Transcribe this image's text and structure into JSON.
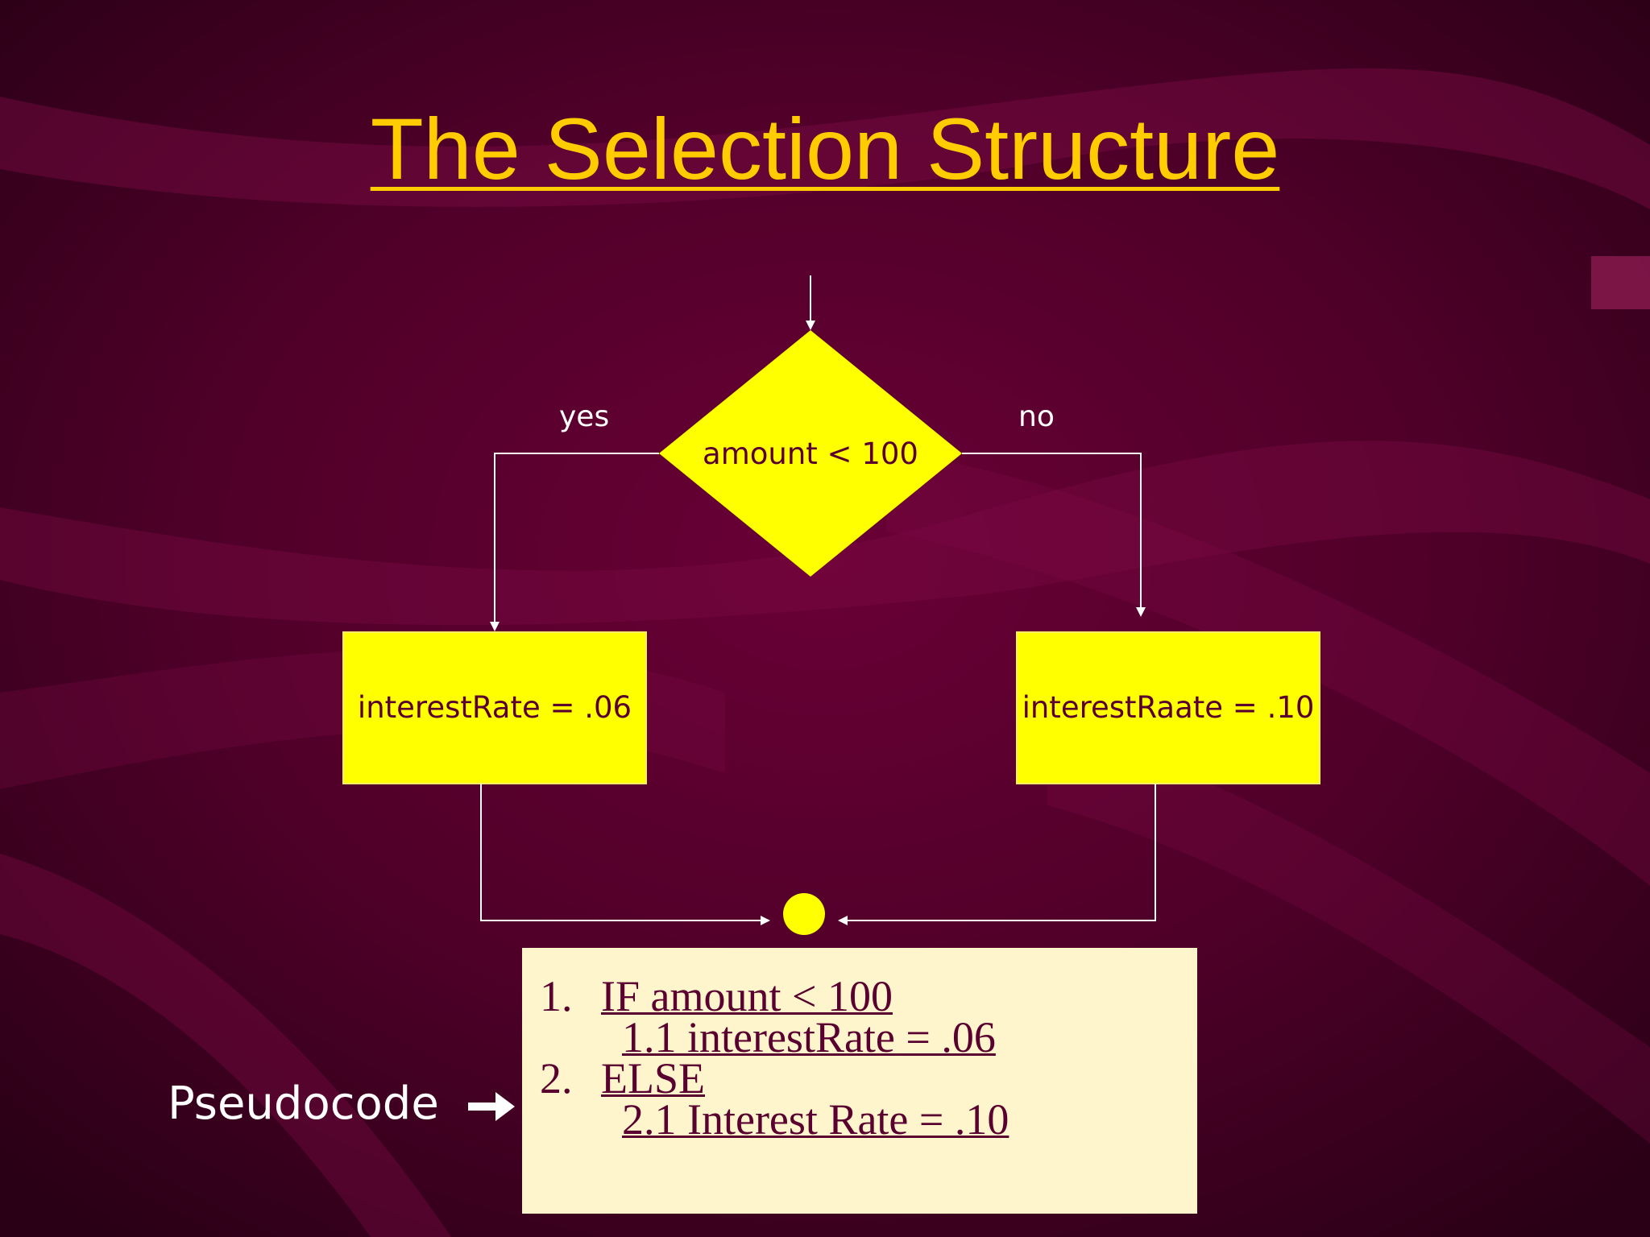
{
  "slide": {
    "title": "The Selection Structure",
    "colors": {
      "background": "#3a0020",
      "accent": "#ffcc00",
      "shape_fill": "#ffff00",
      "code_box": "#fff5cc",
      "text_dark": "#5a0030"
    }
  },
  "flowchart": {
    "decision": "amount < 100",
    "yes_label": "yes",
    "no_label": "no",
    "yes_box": "interestRate = .06",
    "no_box": "interestRaate = .10",
    "connector": "connector-circle"
  },
  "pseudocode": {
    "label": "Pseudocode",
    "arrow_icon": "right-arrow-icon",
    "lines": [
      {
        "num": "1.",
        "text": "IF amount < 100"
      },
      {
        "num": "",
        "text": "1.1 interestRate = .06"
      },
      {
        "num": "2.",
        "text": "ELSE"
      },
      {
        "num": "",
        "text": "2.1 Interest Rate = .10"
      }
    ]
  }
}
